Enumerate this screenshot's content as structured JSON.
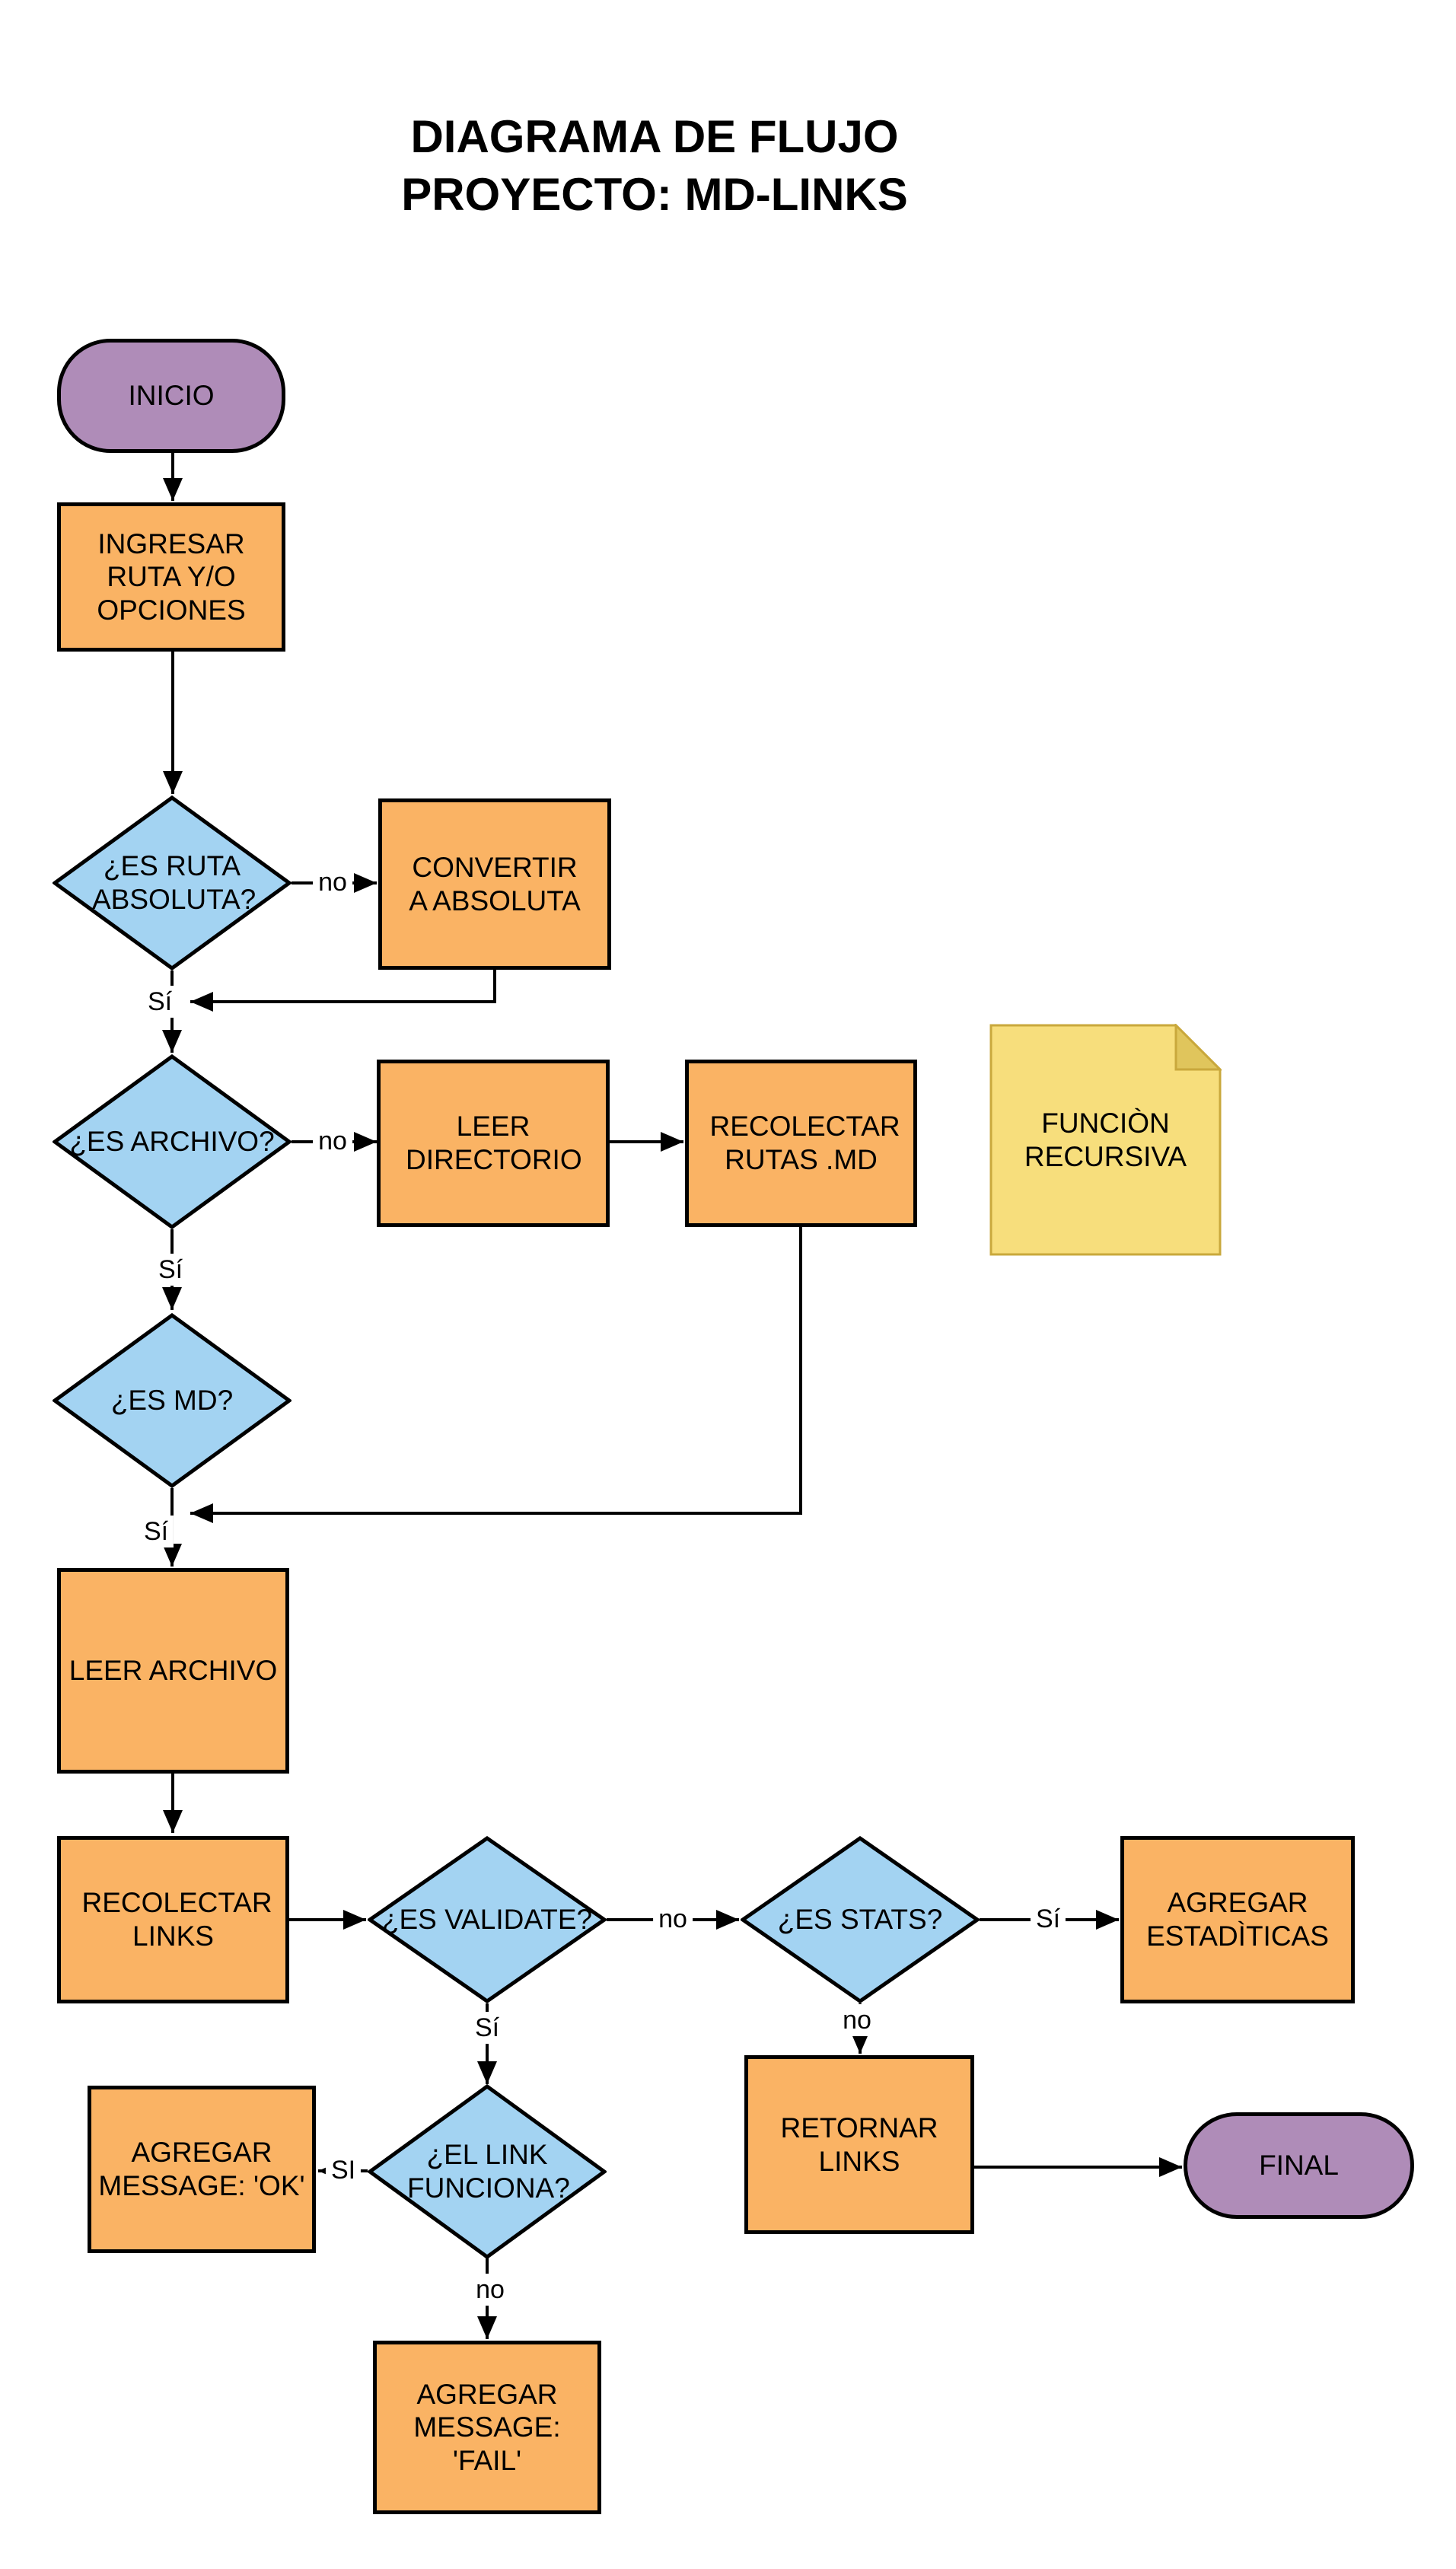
{
  "title": {
    "line1": "DIAGRAMA DE FLUJO",
    "line2": "PROYECTO: MD-LINKS"
  },
  "nodes": {
    "inicio": {
      "type": "terminator",
      "label": "INICIO"
    },
    "ingresar_ruta": {
      "type": "process",
      "label": "INGRESAR RUTA Y/O OPCIONES"
    },
    "es_ruta_absoluta": {
      "type": "decision",
      "label": "¿ES RUTA ABSOLUTA?"
    },
    "convertir_absoluta": {
      "type": "process",
      "label": "CONVERTIR A ABSOLUTA"
    },
    "es_archivo": {
      "type": "decision",
      "label": "¿ES ARCHIVO?"
    },
    "leer_directorio": {
      "type": "process",
      "label": "LEER DIRECTORIO"
    },
    "recolectar_rutas_md": {
      "type": "process",
      "label": "RECOLECTAR RUTAS .MD"
    },
    "funcion_recursiva": {
      "type": "note",
      "label": "FUNCIÒN RECURSIVA"
    },
    "es_md": {
      "type": "decision",
      "label": "¿ES MD?"
    },
    "leer_archivo": {
      "type": "process",
      "label": "LEER ARCHIVO"
    },
    "recolectar_links": {
      "type": "process",
      "label": "RECOLECTAR LINKS"
    },
    "es_validate": {
      "type": "decision",
      "label": "¿ES VALIDATE?"
    },
    "es_stats": {
      "type": "decision",
      "label": "¿ES STATS?"
    },
    "agregar_estadisticas": {
      "type": "process",
      "label": "AGREGAR ESTADÌTICAS"
    },
    "retornar_links": {
      "type": "process",
      "label": "RETORNAR LINKS"
    },
    "final": {
      "type": "terminator",
      "label": "FINAL"
    },
    "el_link_funciona": {
      "type": "decision",
      "label": "¿EL LINK FUNCIONA?"
    },
    "agregar_message_ok": {
      "type": "process",
      "label": "AGREGAR MESSAGE: 'OK'"
    },
    "agregar_message_fail": {
      "type": "process",
      "label": "AGREGAR MESSAGE: 'FAIL'"
    }
  },
  "edge_labels": {
    "ruta_no": "no",
    "ruta_si": "Sí",
    "archivo_no": "no",
    "archivo_si": "Sí",
    "md_si": "Sí",
    "validate_no": "no",
    "validate_si": "Sí",
    "stats_si": "Sí",
    "stats_no": "no",
    "funciona_si": "SI",
    "funciona_no": "no"
  },
  "colors": {
    "process_fill": "#FAB364",
    "decision_fill": "#A3D3F2",
    "terminator_fill": "#AF8CB8",
    "note_fill": "#F7DE7C",
    "note_fold": "#E0C55C",
    "note_border": "#C9A83C",
    "stroke": "#000000",
    "canvas_bg": "#FFFFFF"
  }
}
